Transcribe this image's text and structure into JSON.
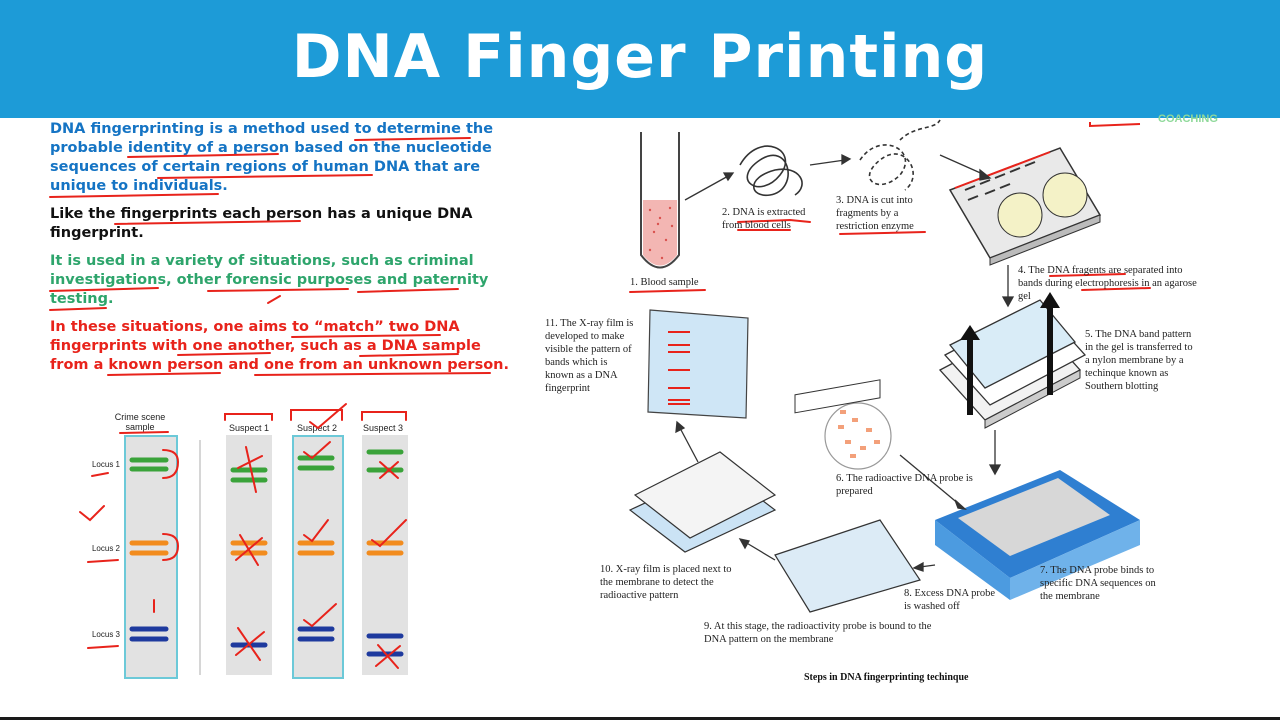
{
  "header": {
    "title": "DNA Finger Printing",
    "bg_color": "#1d9bd7"
  },
  "paragraphs": {
    "p1": "DNA fingerprinting is a method used to determine the probable identity of a person based on the nucleotide sequences of certain regions of human DNA that are unique to individuals.",
    "p2": "Like the fingerprints each person has a unique DNA fingerprint.",
    "p3": "It is used in a variety of situations, such as criminal investigations, other forensic purposes and paternity testing.",
    "p4": "In these situations, one aims to “match” two DNA fingerprints with one another, such as a DNA sample from a known person and one from an unknown person."
  },
  "gel": {
    "lanes": [
      "Crime scene sample",
      "Suspect 1",
      "Suspect 2",
      "Suspect 3"
    ],
    "loci": [
      "Locus 1",
      "Locus 2",
      "Locus 3"
    ],
    "colors": {
      "locus1": "#3aa33a",
      "locus2": "#f28c1e",
      "locus3": "#1e3a9e"
    }
  },
  "steps": {
    "s1": "1. Blood sample",
    "s2": "2. DNA is extracted from blood cells",
    "s3": "3. DNA is cut into fragments by a restriction enzyme",
    "s4": "4. The DNA fragents are separated into bands during electrophoresis in an agarose gel",
    "s5": "5. The DNA band pattern in the gel is transferred to a nylon membrane by a techinque known as Southern blotting",
    "s6": "6. The radioactive DNA probe is prepared",
    "s7": "7. The DNA probe binds to specific DNA sequences on the membrane",
    "s8": "8. Excess DNA probe is washed off",
    "s9": "9. At this stage, the radioactivity probe is bound to the DNA pattern on the membrane",
    "s10": "10. X-ray film is placed next to the membrane to detect the radioactive pattern",
    "s11": "11. The X-ray film is developed to make visible the pattern of bands which is known as a DNA fingerprint"
  },
  "caption": "Steps in DNA fingerprinting techinque"
}
